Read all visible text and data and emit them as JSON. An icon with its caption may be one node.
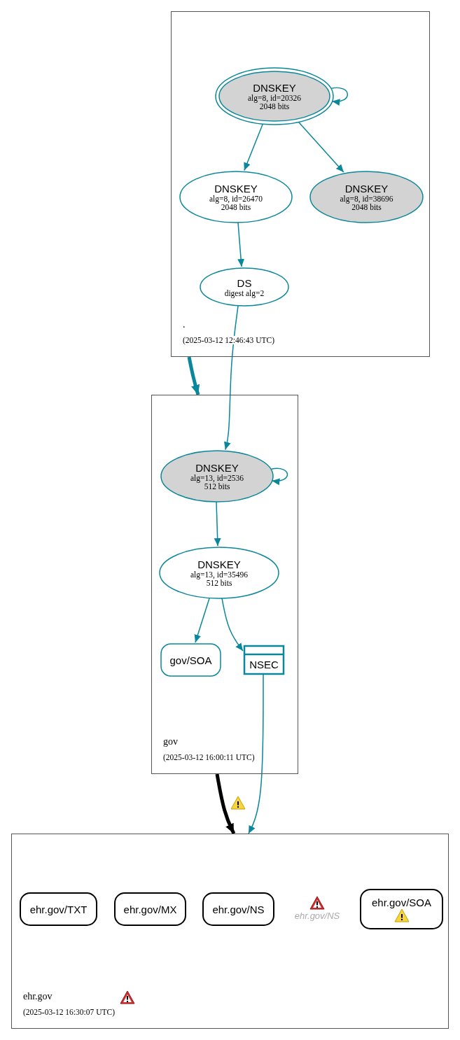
{
  "diagram": {
    "nodes": [
      {
        "text": [
          ".",
          "(2025-03-12 12:46:43 UTC)"
        ]
      },
      {
        "text": [
          "DNSKEY",
          "alg=8, id=20326",
          "2048 bits"
        ],
        "in": 0
      },
      {
        "text": [
          "DNSKEY",
          "alg=8, id=26470",
          "2048 bits"
        ],
        "in": 0
      },
      {
        "text": [
          "DNSKEY",
          "alg=8, id=38696",
          "2048 bits"
        ],
        "in": 0
      },
      {
        "text": [
          "DS",
          "digest alg=2"
        ],
        "in": 0
      },
      {
        "text": [
          "gov",
          "(2025-03-12 16:00:11 UTC)"
        ]
      },
      {
        "text": [
          "DNSKEY",
          "alg=13, id=2536",
          "512 bits"
        ],
        "in": 5
      },
      {
        "text": [
          "DNSKEY",
          "alg=13, id=35496",
          "512 bits"
        ],
        "in": 5
      },
      {
        "text": [
          "gov/SOA"
        ],
        "in": 5
      },
      {
        "text": [
          "NSEC"
        ],
        "in": 5
      },
      {
        "text": [
          "ehr.gov",
          "(2025-03-12 16:30:07 UTC)"
        ]
      },
      {
        "text": [
          "ehr.gov/TXT"
        ],
        "in": 10
      },
      {
        "text": [
          "ehr.gov/MX"
        ],
        "in": 10
      },
      {
        "text": [
          "ehr.gov/NS"
        ],
        "in": 10
      },
      {
        "text": [
          "ehr.gov/NS"
        ],
        "in": 10
      },
      {
        "text": [
          "ehr.gov/SOA"
        ],
        "in": 10
      }
    ],
    "edges": [
      {
        "from": 1,
        "to": 1,
        "arrow": "to"
      },
      {
        "from": 1,
        "to": 2,
        "arrow": "to"
      },
      {
        "from": 1,
        "to": 3,
        "arrow": "to"
      },
      {
        "from": 2,
        "to": 4,
        "arrow": "to"
      },
      {
        "from": 4,
        "to": 6,
        "arrow": "to"
      },
      {
        "from": 0,
        "to": 5,
        "arrow": "to",
        "style": "thick"
      },
      {
        "from": 6,
        "to": 6,
        "arrow": "to"
      },
      {
        "from": 6,
        "to": 7,
        "arrow": "to"
      },
      {
        "from": 7,
        "to": 8,
        "arrow": "to"
      },
      {
        "from": 7,
        "to": 9,
        "arrow": "to"
      },
      {
        "from": 9,
        "to": 10,
        "arrow": "to"
      },
      {
        "from": 5,
        "to": 10,
        "arrow": "to",
        "style": "thick",
        "color": "#000000"
      }
    ]
  }
}
